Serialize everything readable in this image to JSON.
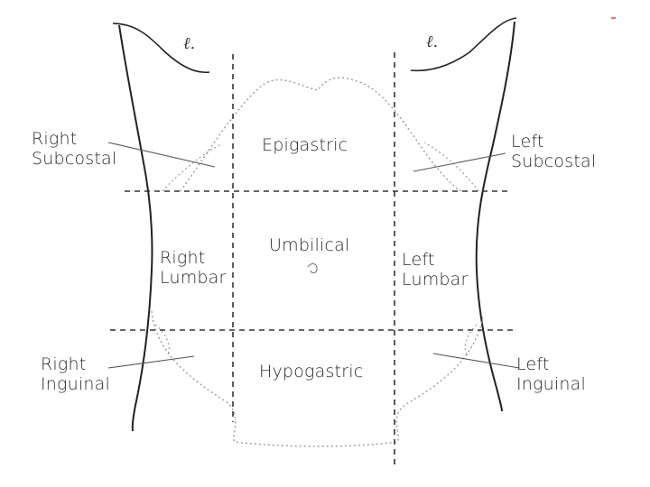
{
  "diagram": {
    "regions": {
      "right_subcostal": [
        "Right",
        "Subcostal"
      ],
      "epigastric": "Epigastric",
      "left_subcostal": [
        "Left",
        "Subcostal"
      ],
      "right_lumbar": [
        "Right",
        "Lumbar"
      ],
      "umbilical": "Umbilical",
      "left_lumbar": [
        "Left",
        "Lumbar"
      ],
      "right_inguinal": [
        "Right",
        "Inguinal"
      ],
      "hypogastric": "Hypogastric",
      "left_inguinal": [
        "Left",
        "Inguinal"
      ]
    },
    "rib_marks": {
      "left": "ℓ.",
      "right": "ℓ."
    },
    "colors": {
      "ink": "#2a2a2a",
      "dashed": "#333333",
      "faint": "#9a9a9a"
    }
  }
}
